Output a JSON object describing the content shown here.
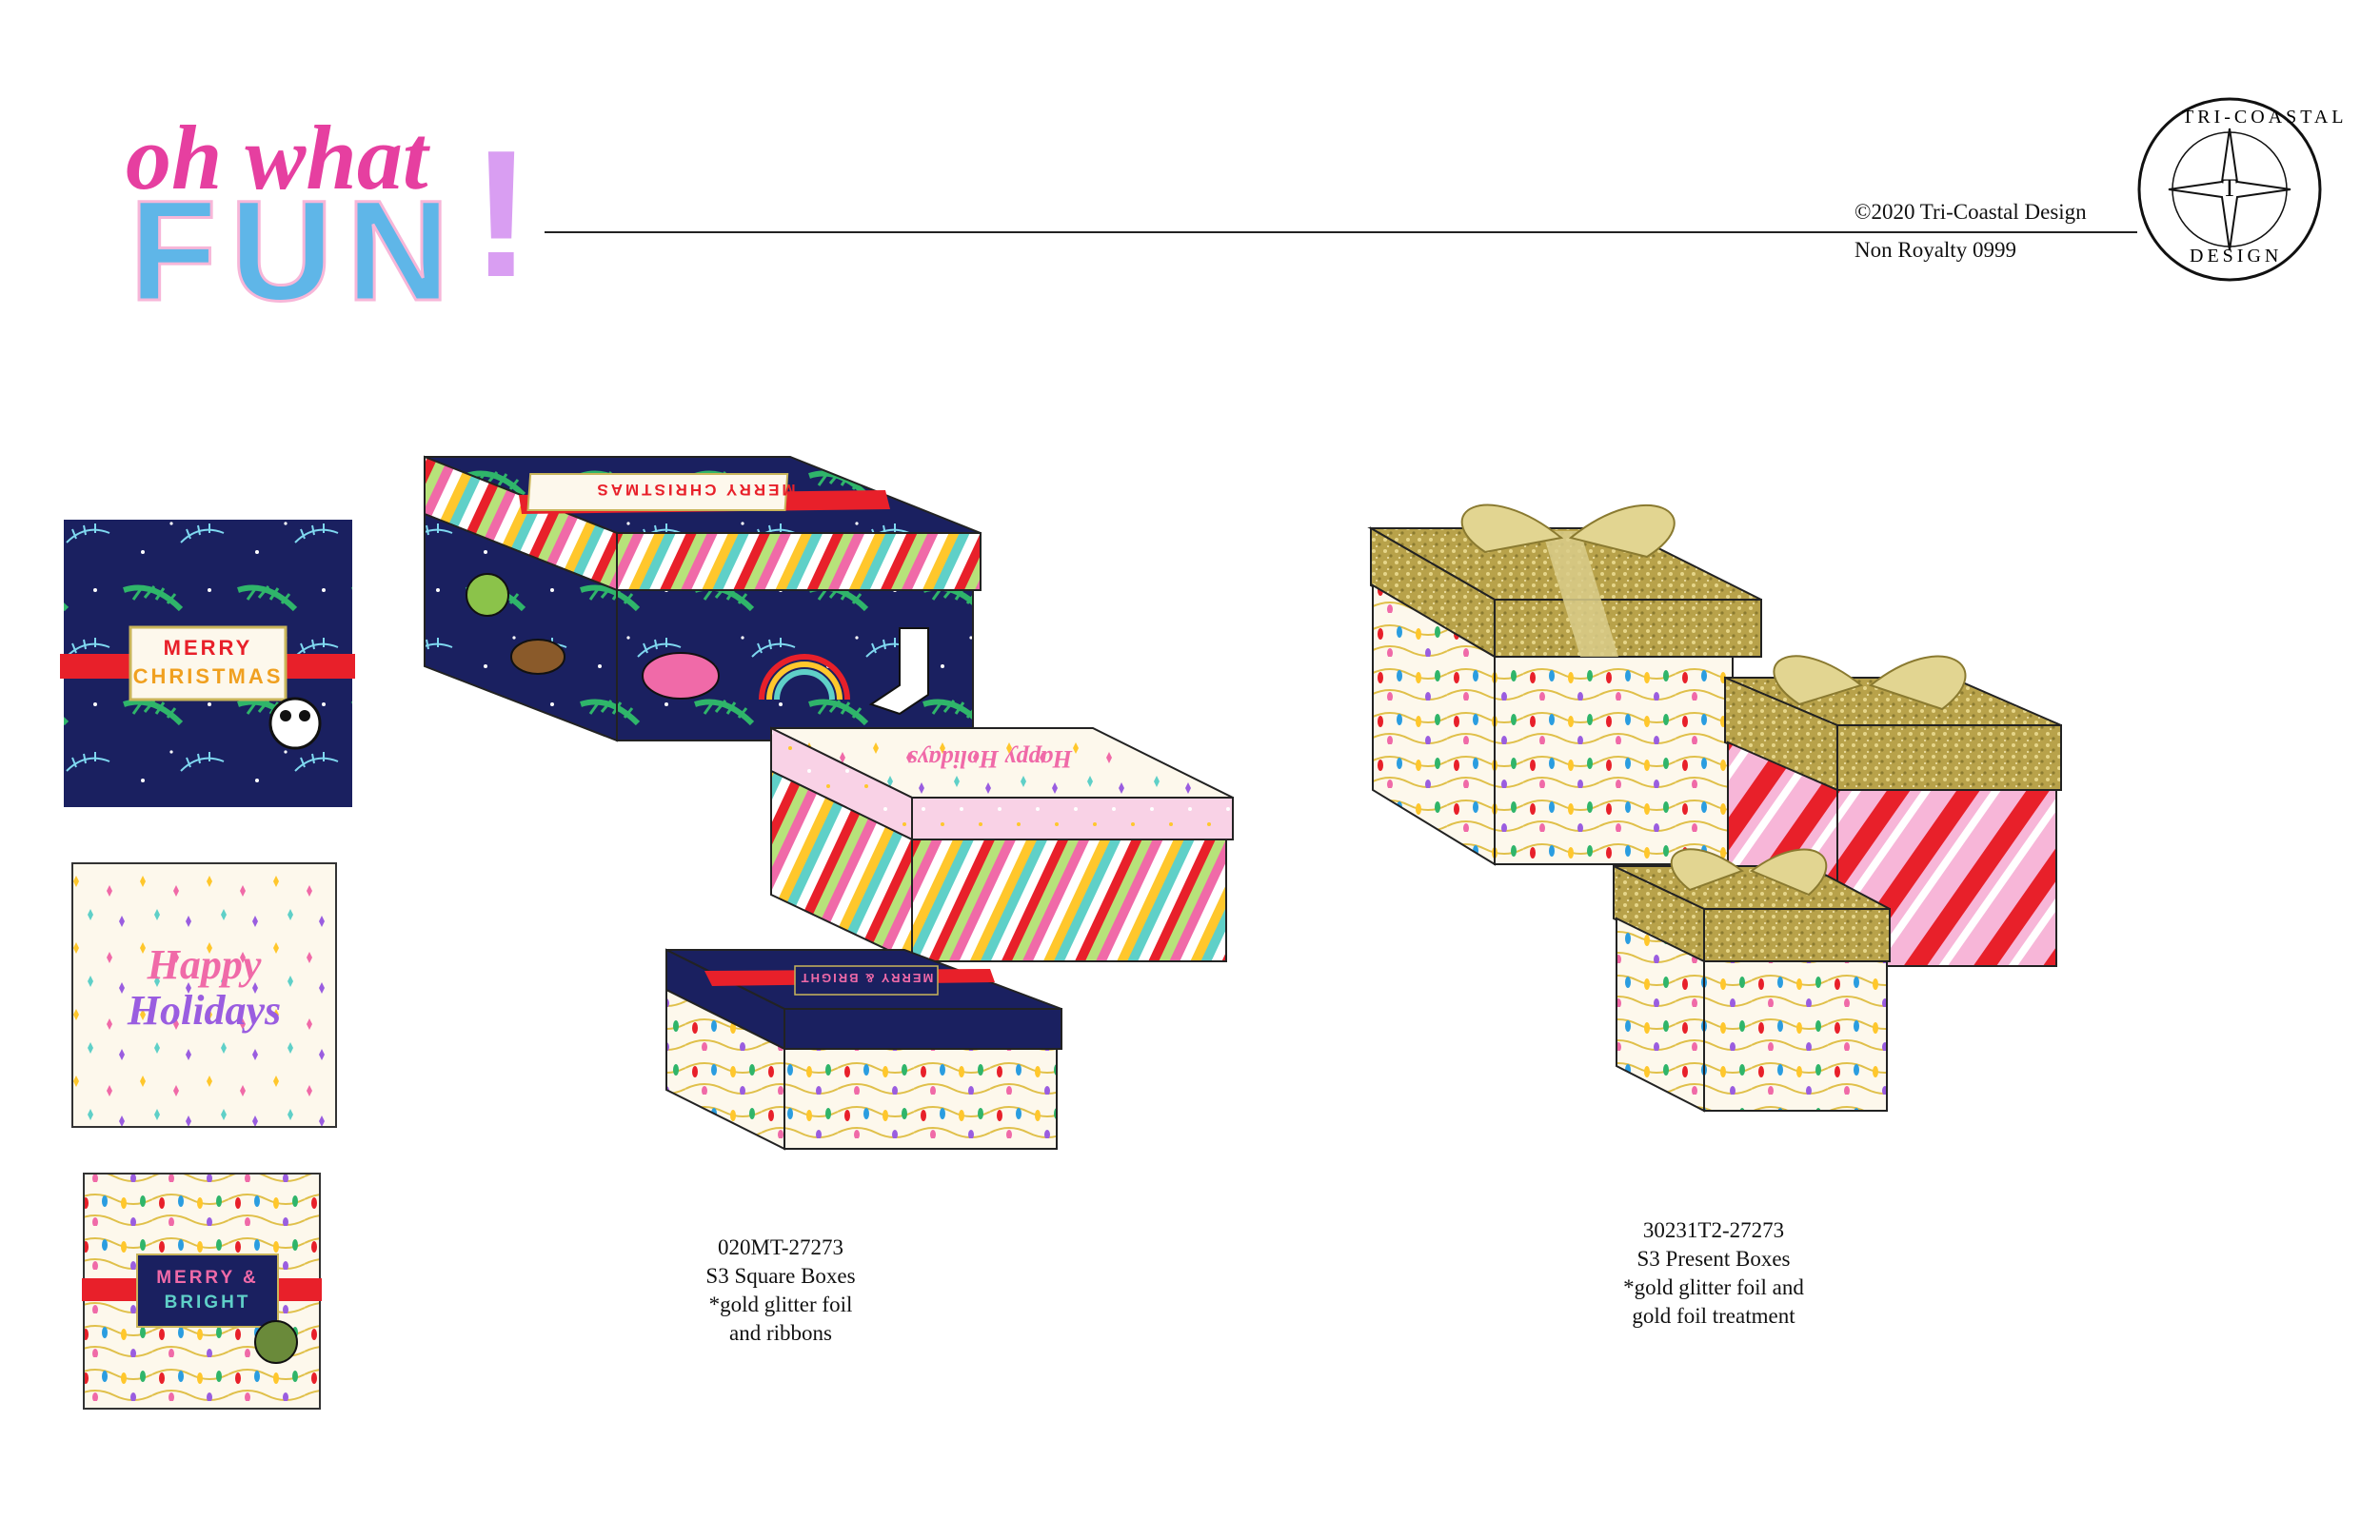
{
  "logo": {
    "line1": "oh what",
    "line2": "FUN",
    "exclaim": "!"
  },
  "header": {
    "copyright": "©2020 Tri-Coastal Design",
    "royalty": "Non Royalty 0999"
  },
  "seal": {
    "top": "TRI-COASTAL",
    "bottom": "DESIGN",
    "center": "T"
  },
  "tiles": {
    "christmas": {
      "line1": "MERRY",
      "line2": "CHRISTMAS"
    },
    "holidays": {
      "line1": "Happy",
      "line2": "Holidays"
    },
    "bright": {
      "line1": "MERRY &",
      "line2": "BRIGHT"
    }
  },
  "boxes": {
    "square_lid_label": "MERRY CHRISTMAS",
    "medium_lid_label": "Happy Holidays",
    "small_lid_label": "MERRY & BRIGHT"
  },
  "captions": {
    "square": {
      "sku": "020MT-27273",
      "name": "S3 Square Boxes",
      "note1": "*gold glitter foil",
      "note2": "and ribbons"
    },
    "present": {
      "sku": "30231T2-27273",
      "name": "S3 Present Boxes",
      "note1": "*gold glitter foil and",
      "note2": "gold foil treatment"
    }
  },
  "colors": {
    "navy": "#1a2060",
    "red": "#e8202a",
    "gold": "#c9b55a",
    "pink": "#f7b6d8",
    "cream": "#fdf8ec"
  }
}
